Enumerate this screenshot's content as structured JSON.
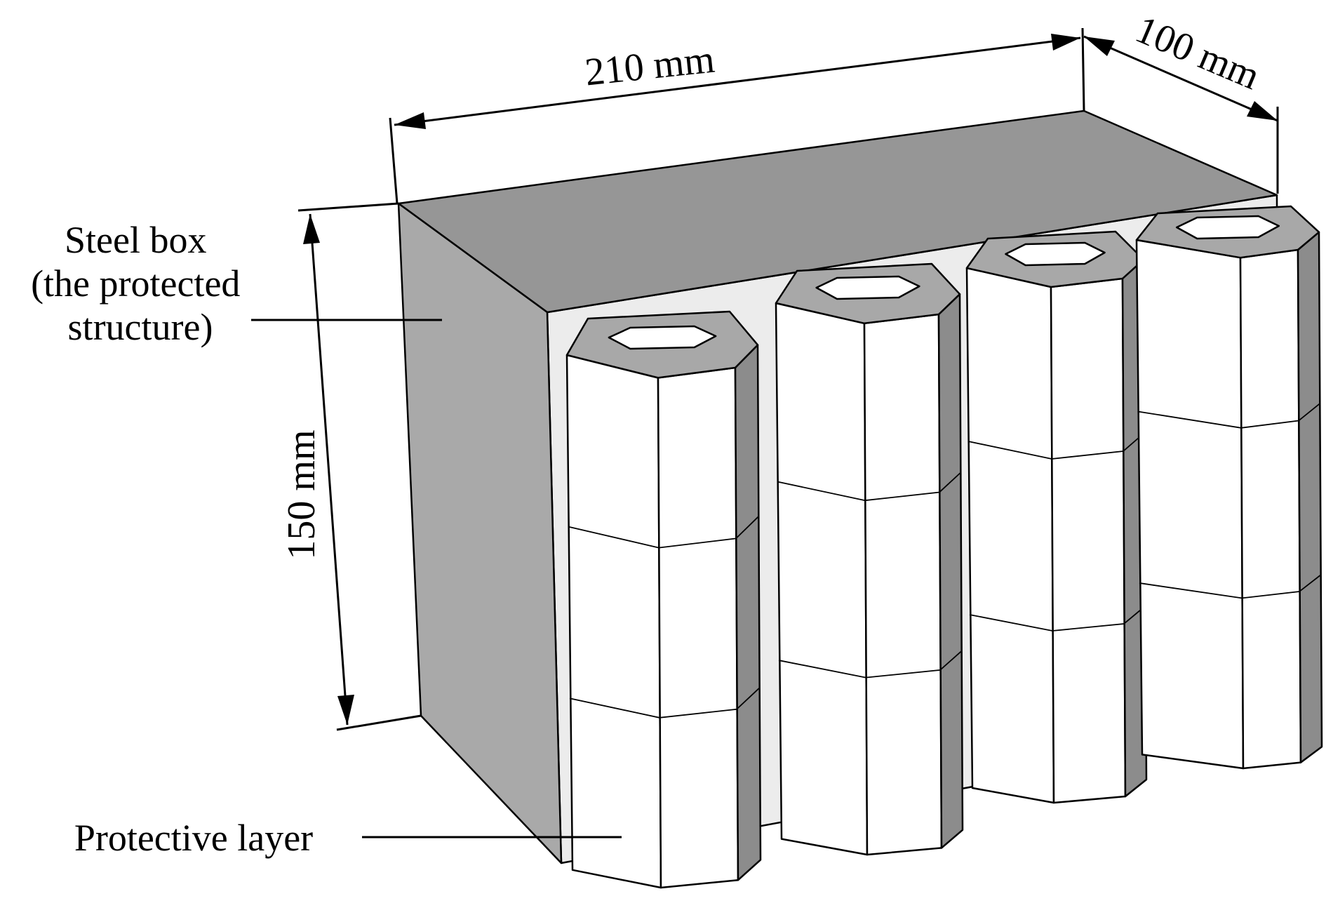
{
  "dimensions": {
    "length": "210 mm",
    "depth": "100 mm",
    "height": "150 mm"
  },
  "callouts": {
    "steel_box": [
      "Steel box",
      "(the protected",
      "structure)"
    ],
    "protective_layer": "Protective layer"
  },
  "colors": {
    "box_top": "#969696",
    "box_side": "#a9a9a9",
    "box_back": "#ececec",
    "tube_face": "#ffffff",
    "tube_shade": "#a0a0a0",
    "tube_dark": "#8c8c8c",
    "tube_top": "#a8a8a8"
  },
  "protective_layer": {
    "columns": 4,
    "cells_per_column": 3,
    "cell_shape": "hexagonal-tube"
  }
}
